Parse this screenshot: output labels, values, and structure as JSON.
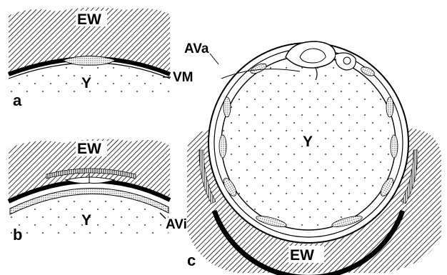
{
  "panels": {
    "a": {
      "letter": "a",
      "labels": {
        "eggshell_wall": "EW",
        "yolk": "Y",
        "vitelline_membrane": "VM"
      }
    },
    "b": {
      "letter": "b",
      "labels": {
        "eggshell_wall": "EW",
        "yolk": "Y",
        "area_vasculosa_inner": "AVi"
      }
    },
    "c": {
      "letter": "c",
      "labels": {
        "area_vasculosa_outer": "AVa",
        "yolk": "Y",
        "eggshell_wall": "EW"
      }
    }
  },
  "colors": {
    "ink": "#000000",
    "paper": "#ffffff",
    "stipple": "#9a9a9a"
  }
}
